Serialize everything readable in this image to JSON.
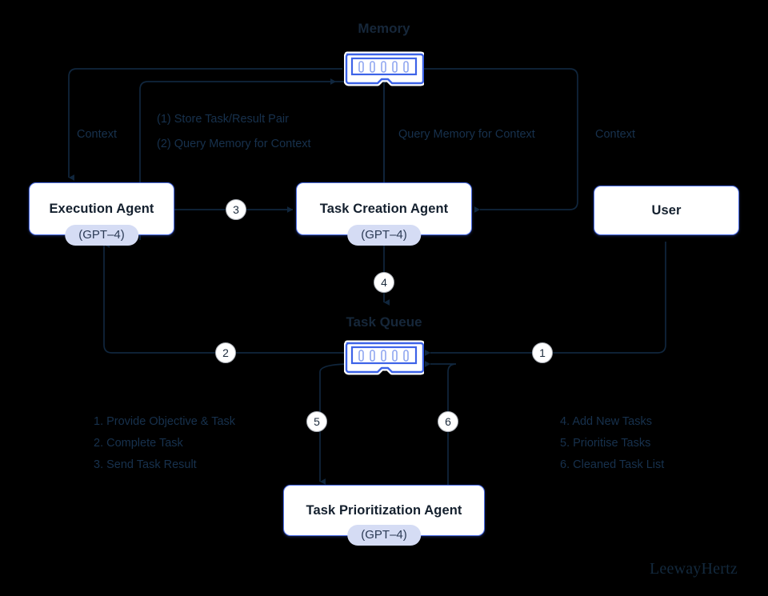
{
  "diagram": {
    "title": "BabyAGI autonomous agent loop",
    "background": "#000000",
    "colors": {
      "wire": "#10263d",
      "node_border": "#4d6fe8",
      "node_fill": "#ffffff",
      "badge_fill": "#d5dcf4",
      "text": "#17314d",
      "icon_blue": "#3d63e8"
    }
  },
  "nodes": {
    "execution_agent": {
      "label": "Execution Agent",
      "model": "(GPT–4)"
    },
    "task_creation_agent": {
      "label": "Task Creation Agent",
      "model": "(GPT–4)"
    },
    "task_prioritization_agent": {
      "label": "Task Prioritization Agent",
      "model": "(GPT–4)"
    },
    "user": {
      "label": "User"
    }
  },
  "stores": {
    "memory": {
      "label": "Memory",
      "icon": "memory-module-icon"
    },
    "task_queue": {
      "label": "Task Queue",
      "icon": "memory-module-icon"
    }
  },
  "edge_captions": {
    "context_left": "Context",
    "store_task_result_pair": "(1) Store Task/Result Pair",
    "query_memory_for_context": "(2) Query Memory for Context",
    "query_memory_for_context_right": "Query Memory for Context",
    "context_right": "Context"
  },
  "steps": [
    {
      "number": "1"
    },
    {
      "number": "2"
    },
    {
      "number": "3"
    },
    {
      "number": "4"
    },
    {
      "number": "5"
    },
    {
      "number": "6"
    }
  ],
  "legend_left": [
    "1. Provide Objective & Task",
    "2. Complete Task",
    "3. Send Task Result"
  ],
  "legend_right": [
    "4. Add New Tasks",
    "5. Prioritise Tasks",
    "6. Cleaned Task List"
  ],
  "brand": {
    "name": "LeewayHertz"
  }
}
